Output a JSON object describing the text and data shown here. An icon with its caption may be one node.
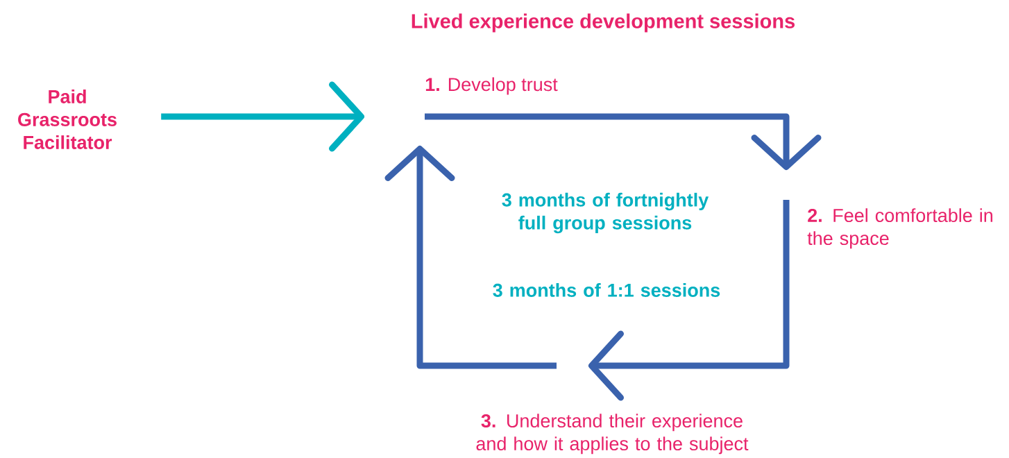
{
  "diagram": {
    "title": "Lived experience development sessions",
    "nodes": [
      {
        "text": [
          "Paid Grassroots Facilitator"
        ]
      },
      {
        "text": [
          "**1.** Develop trust"
        ]
      },
      {
        "text": [
          "**2.** Feel comfortable in the space"
        ]
      },
      {
        "text": [
          "**3.** Understand their experience and how it applies to the subject"
        ]
      }
    ],
    "edges": [
      {
        "from": 0,
        "to": 1,
        "arrow": "to",
        "color": "#00b0c0"
      },
      {
        "from": 1,
        "to": 2,
        "arrow": "to"
      },
      {
        "from": 2,
        "to": 3,
        "arrow": "to"
      },
      {
        "from": 3,
        "to": 1,
        "arrow": "to"
      }
    ],
    "labels": [
      "3 months of fortnightly full group sessions",
      "3 months of 1:1 sessions"
    ]
  }
}
